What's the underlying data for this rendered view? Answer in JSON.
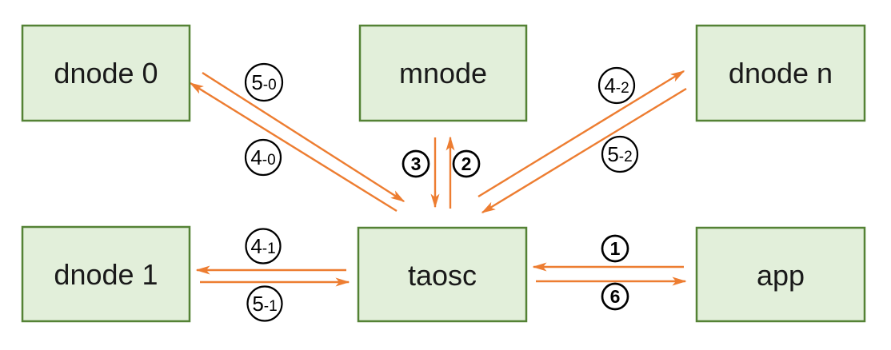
{
  "diagram": {
    "nodes": [
      {
        "id": "dnode0",
        "label": "dnode 0"
      },
      {
        "id": "mnode",
        "label": "mnode"
      },
      {
        "id": "dnoden",
        "label": "dnode n"
      },
      {
        "id": "dnode1",
        "label": "dnode 1"
      },
      {
        "id": "taosc",
        "label": "taosc"
      },
      {
        "id": "app",
        "label": "app"
      }
    ],
    "edges": [
      {
        "id": "1",
        "label": "1",
        "main": "1",
        "sub": "",
        "from": "app",
        "to": "taosc"
      },
      {
        "id": "2",
        "label": "2",
        "main": "2",
        "sub": "",
        "from": "taosc",
        "to": "mnode"
      },
      {
        "id": "3",
        "label": "3",
        "main": "3",
        "sub": "",
        "from": "mnode",
        "to": "taosc"
      },
      {
        "id": "4-0",
        "label": "4-0",
        "main": "4",
        "sub": "-0",
        "from": "taosc",
        "to": "dnode 0"
      },
      {
        "id": "5-0",
        "label": "5-0",
        "main": "5",
        "sub": "-0",
        "from": "dnode 0",
        "to": "taosc"
      },
      {
        "id": "4-1",
        "label": "4-1",
        "main": "4",
        "sub": "-1",
        "from": "taosc",
        "to": "dnode 1"
      },
      {
        "id": "5-1",
        "label": "5-1",
        "main": "5",
        "sub": "-1",
        "from": "dnode 1",
        "to": "taosc"
      },
      {
        "id": "4-2",
        "label": "4-2",
        "main": "4",
        "sub": "-2",
        "from": "taosc",
        "to": "dnode n"
      },
      {
        "id": "5-2",
        "label": "5-2",
        "main": "5",
        "sub": "-2",
        "from": "dnode n",
        "to": "taosc"
      },
      {
        "id": "6",
        "label": "6",
        "main": "6",
        "sub": "",
        "from": "taosc",
        "to": "app"
      }
    ],
    "colors": {
      "background": "#ffffff",
      "node_fill": "#e2efda",
      "node_border": "#548235",
      "arrow": "#ed7d31",
      "badge_stroke": "#000000",
      "text": "#1a1a1a"
    }
  }
}
